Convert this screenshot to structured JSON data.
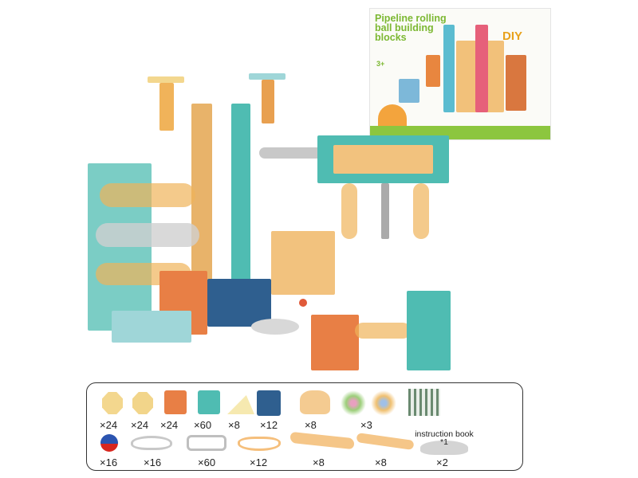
{
  "package": {
    "title": "Pipeline rolling ball building blocks",
    "age": "3+",
    "badge": "DIY"
  },
  "parts_row1": [
    {
      "name": "octagon-cap",
      "qty": "×24",
      "color": "#f3d78e"
    },
    {
      "name": "octagon-frame",
      "qty": "×24",
      "color": "#f2d58a"
    },
    {
      "name": "orange-gear-frame",
      "qty": "×24",
      "color": "#e87f45"
    },
    {
      "name": "teal-gear-frame",
      "qty": "×60",
      "color": "#4fbcb2"
    },
    {
      "name": "triangle-connector",
      "qty": "×8",
      "color": "#f6e9b0"
    },
    {
      "name": "blue-gear-plate",
      "qty": "×12",
      "color": "#2f5f8f"
    },
    {
      "name": "funnel-track",
      "qty": "×8",
      "color": "#f2c27e"
    },
    {
      "name": "sticker-sheets",
      "qty": "×3",
      "color": "#9ccf7a"
    }
  ],
  "parts_row2": [
    {
      "name": "ball",
      "qty": "×16",
      "color": "#2b54b0"
    },
    {
      "name": "clear-curve-track",
      "qty": "×16",
      "color": "#c8c8c8"
    },
    {
      "name": "clear-straight-track",
      "qty": "×60",
      "color": "#bfbfbf"
    },
    {
      "name": "orange-curve-track",
      "qty": "×12",
      "color": "#f5bf7c"
    },
    {
      "name": "orange-wave-track",
      "qty": "×8",
      "color": "#f5c688"
    },
    {
      "name": "orange-straight-track",
      "qty": "×8",
      "color": "#f5c688"
    },
    {
      "name": "bowl-track",
      "qty": "×2",
      "color": "#b8b8b8"
    }
  ],
  "instruction_book": {
    "label": "instruction book",
    "qty": "*1"
  }
}
